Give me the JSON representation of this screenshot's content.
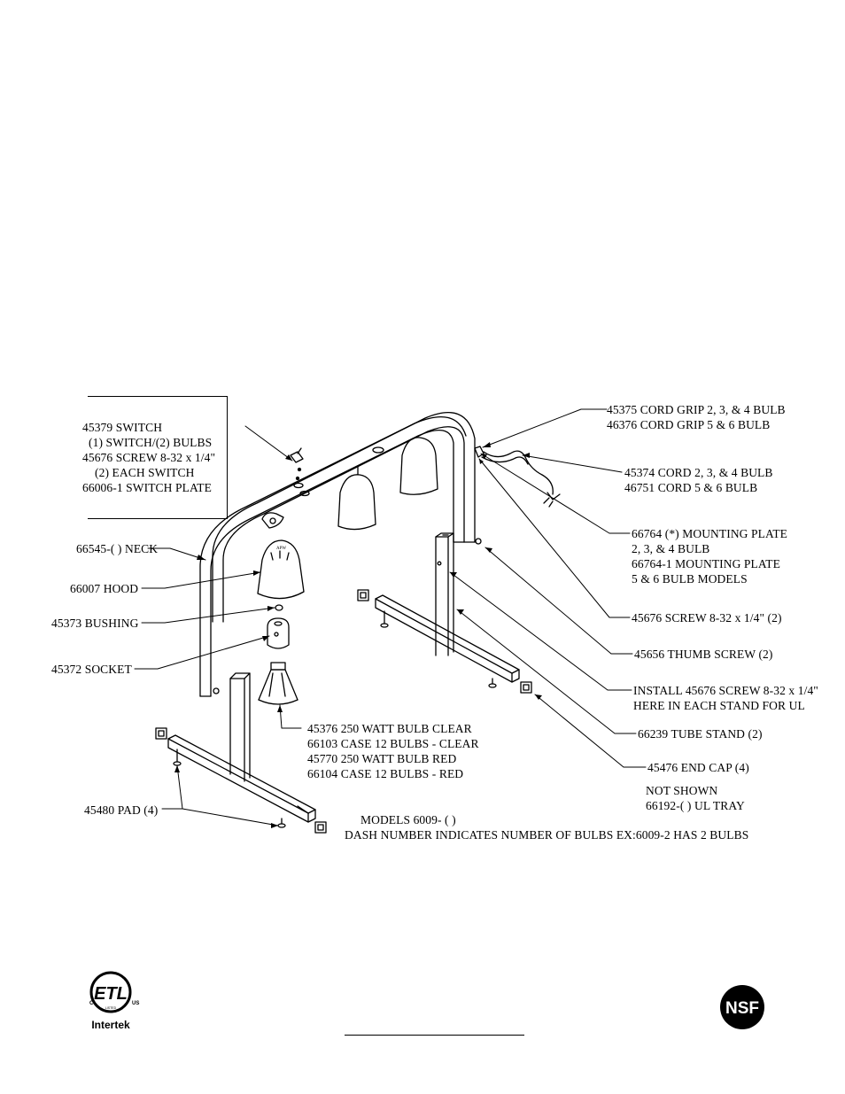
{
  "switch_box": {
    "lines": [
      "45379 SWITCH",
      "(1) SWITCH/(2) BULBS",
      "45676 SCREW 8-32 x 1/4\"",
      "(2) EACH SWITCH",
      "66006-1  SWITCH PLATE"
    ]
  },
  "labels": {
    "cord_grip": [
      "45375 CORD GRIP 2, 3, & 4 BULB",
      "46376 CORD GRIP 5 & 6 BULB"
    ],
    "cord": [
      "45374  CORD 2, 3, & 4 BULB",
      "46751   CORD 5 & 6 BULB"
    ],
    "mounting_plate": [
      "66764 (*) MOUNTING PLATE",
      "2, 3, & 4 BULB",
      "66764-1 MOUNTING PLATE",
      "5 & 6 BULB MODELS"
    ],
    "screw": "45676 SCREW 8-32 x 1/4\"  (2)",
    "thumb_screw": "45656 THUMB SCREW (2)",
    "install": [
      "INSTALL 45676 SCREW 8-32 x 1/4\"",
      "HERE IN EACH STAND FOR UL"
    ],
    "tube_stand": "66239 TUBE STAND (2)",
    "end_cap": "45476 END CAP (4)",
    "not_shown": [
      "NOT SHOWN",
      "66192-( ) UL TRAY"
    ],
    "neck": "66545-( ) NECK",
    "hood": "66007 HOOD",
    "bushing": "45373 BUSHING",
    "socket": "45372 SOCKET",
    "bulb": [
      "45376 250 WATT BULB CLEAR",
      "66103 CASE 12 BULBS - CLEAR",
      "45770 250 WATT BULB RED",
      "66104 CASE 12 BULBS - RED"
    ],
    "pad": "45480 PAD (4)",
    "models": "MODELS  6009- ( )",
    "dash_note": "DASH NUMBER INDICATES NUMBER OF BULBS EX:6009-2 HAS 2 BULBS"
  },
  "logos": {
    "etl_mark": "ETL",
    "etl_c": "C",
    "etl_us": "US",
    "etl_listed": "LISTED",
    "etl_company": "Intertek",
    "nsf_mark": "NSF"
  },
  "colors": {
    "ink": "#000000",
    "paper": "#ffffff"
  }
}
